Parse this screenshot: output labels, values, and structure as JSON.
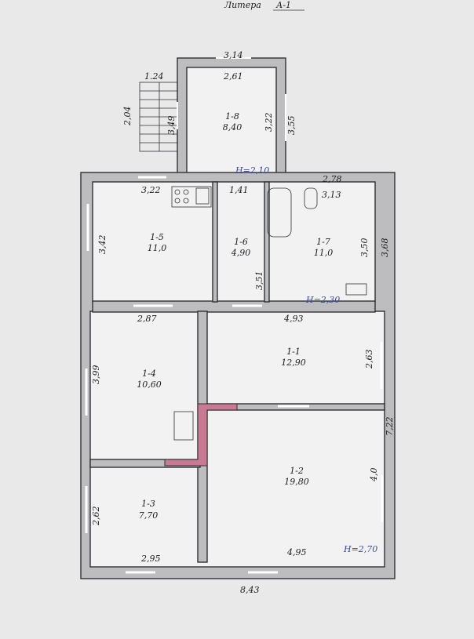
{
  "header": {
    "prefix": "Литера",
    "litera": "А-1"
  },
  "rooms": [
    {
      "id": "1-1",
      "area": "12,90"
    },
    {
      "id": "1-2",
      "area": "19,80"
    },
    {
      "id": "1-3",
      "area": "7,70"
    },
    {
      "id": "1-4",
      "area": "10,60"
    },
    {
      "id": "1-5",
      "area": "11,0"
    },
    {
      "id": "1-6",
      "area": "4,90"
    },
    {
      "id": "1-7",
      "area": "11,0"
    },
    {
      "id": "1-8",
      "area": "8,40"
    }
  ],
  "heights": {
    "veranda": "H=2,10",
    "middle": "H=2,30",
    "main": "H=2,70"
  },
  "dims": {
    "d314": "3,14",
    "d261": "2,61",
    "d124": "1.24",
    "d204": "2,04",
    "d349": "3,49",
    "d322v": "3,22",
    "d355": "3,55",
    "d322": "3,22",
    "d141": "1,41",
    "d278": "2,78",
    "d313": "3,13",
    "d342": "3,42",
    "d351": "3,51",
    "d350": "3,50",
    "d368": "3,68",
    "d287": "2,87",
    "d493": "4,93",
    "d399": "3,99",
    "d263": "2,63",
    "d722": "7,22",
    "d40": "4,0",
    "d262": "2,62",
    "d295": "2,95",
    "d495": "4,95",
    "d843": "8,43"
  }
}
